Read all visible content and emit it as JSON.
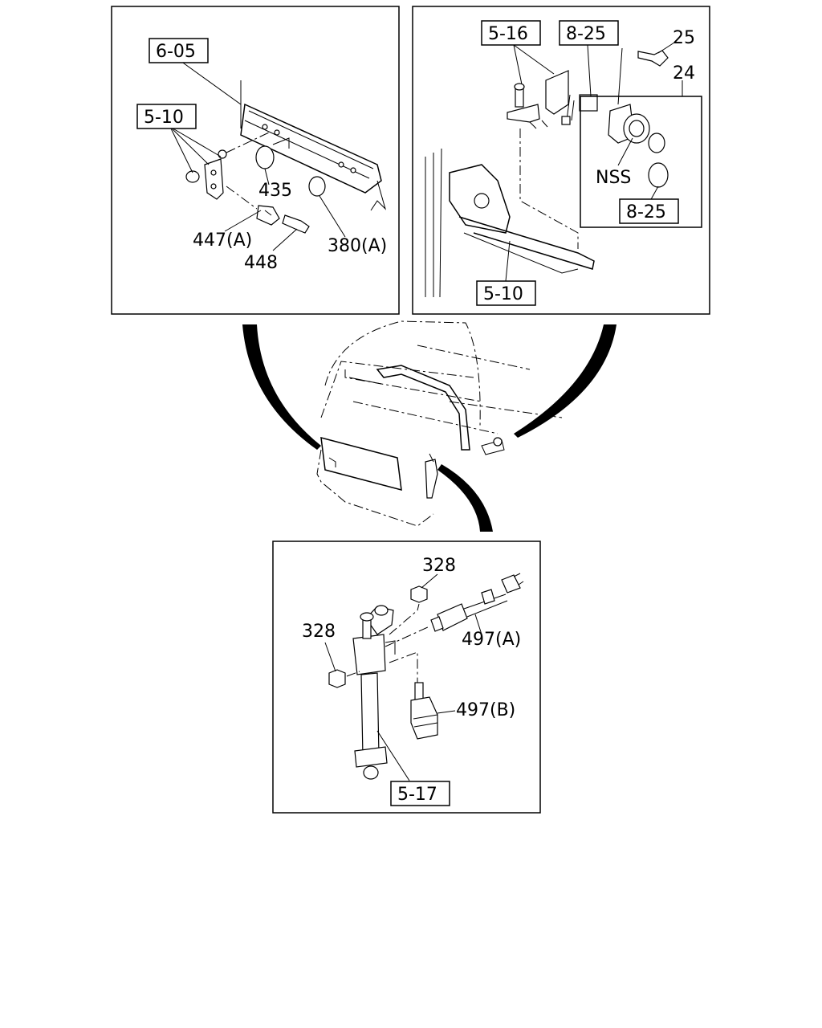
{
  "panels": {
    "top_left": {
      "callouts": [
        {
          "id": "ref-6-05",
          "text": "6-05",
          "boxed": true
        },
        {
          "id": "ref-5-10-a",
          "text": "5-10",
          "boxed": true
        },
        {
          "id": "part-435",
          "text": "435",
          "boxed": false
        },
        {
          "id": "part-447a",
          "text": "447(A)",
          "boxed": false
        },
        {
          "id": "part-448",
          "text": "448",
          "boxed": false
        },
        {
          "id": "part-380a",
          "text": "380(A)",
          "boxed": false
        }
      ]
    },
    "top_right": {
      "callouts": [
        {
          "id": "ref-5-16",
          "text": "5-16",
          "boxed": true
        },
        {
          "id": "ref-8-25-a",
          "text": "8-25",
          "boxed": true
        },
        {
          "id": "part-25",
          "text": "25",
          "boxed": false
        },
        {
          "id": "part-24",
          "text": "24",
          "boxed": false
        },
        {
          "id": "part-nss",
          "text": "NSS",
          "boxed": false
        },
        {
          "id": "ref-8-25-b",
          "text": "8-25",
          "boxed": true
        },
        {
          "id": "ref-5-10-b",
          "text": "5-10",
          "boxed": true
        }
      ]
    },
    "bottom": {
      "callouts": [
        {
          "id": "part-328-a",
          "text": "328",
          "boxed": false
        },
        {
          "id": "part-328-b",
          "text": "328",
          "boxed": false
        },
        {
          "id": "part-497a",
          "text": "497(A)",
          "boxed": false
        },
        {
          "id": "part-497b",
          "text": "497(B)",
          "boxed": false
        },
        {
          "id": "ref-5-17",
          "text": "5-17",
          "boxed": true
        }
      ]
    }
  }
}
